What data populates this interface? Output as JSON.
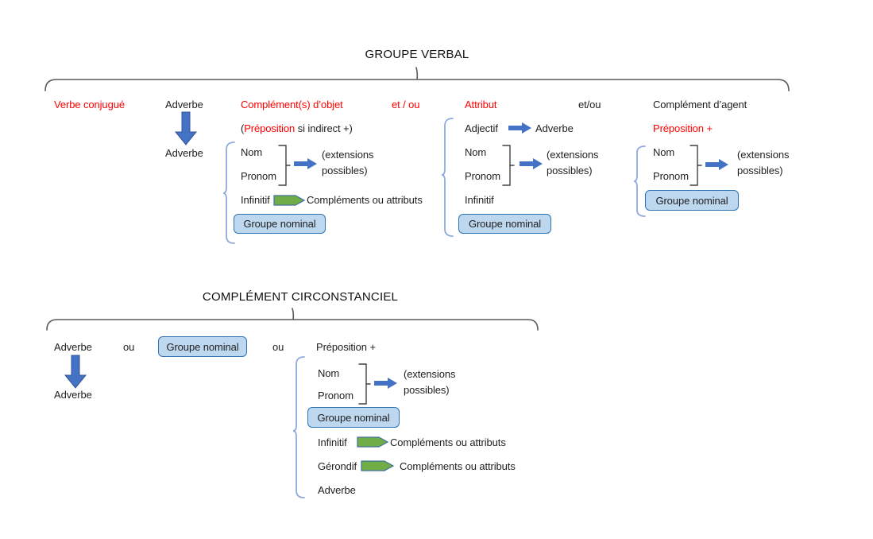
{
  "colors": {
    "red_text": "#FF0000",
    "arrow_blue": "#4472C4",
    "arrow_green": "#70AD47",
    "box_fill": "#BDD7EE",
    "box_border": "#2E75B6",
    "brace_blue": "#8FAADC",
    "bracket_gray": "#404040",
    "brace_gray": "#595959"
  },
  "gv": {
    "title": "GROUPE VERBAL",
    "row": {
      "verbe": "Verbe conjugué",
      "adverbe": "Adverbe",
      "comp_objet": "Complément(s) d’objet",
      "etou1": "et / ou",
      "attribut": "Attribut",
      "etou2": "et/ou",
      "comp_agent": "Complément d’agent"
    },
    "adverbe2": "Adverbe",
    "objet": {
      "prep_open": "(",
      "prep_red": "Préposition",
      "prep_rest": "si indirect +)",
      "nom": "Nom",
      "pronom": "Pronom",
      "extensions": "(extensions possibles)",
      "infinitif": "Infinitif",
      "inf_result": "Compléments ou attributs",
      "groupe_nominal": "Groupe nominal"
    },
    "attr": {
      "adjectif": "Adjectif",
      "adverbe": "Adverbe",
      "nom": "Nom",
      "pronom": "Pronom",
      "extensions": "(extensions possibles)",
      "infinitif": "Infinitif",
      "groupe_nominal": "Groupe nominal"
    },
    "agent": {
      "preposition": "Préposition +",
      "nom": "Nom",
      "pronom": "Pronom",
      "extensions": "(extensions possibles)",
      "groupe_nominal": "Groupe nominal"
    }
  },
  "cc": {
    "title": "COMPLÉMENT CIRCONSTANCIEL",
    "row": {
      "adverbe": "Adverbe",
      "ou1": "ou",
      "groupe_nominal": "Groupe nominal",
      "ou2": "ou",
      "preposition": "Préposition +"
    },
    "adverbe2": "Adverbe",
    "list": {
      "nom": "Nom",
      "pronom": "Pronom",
      "extensions": "(extensions possibles)",
      "groupe_nominal": "Groupe nominal",
      "infinitif": "Infinitif",
      "inf_result": "Compléments ou attributs",
      "gerondif": "Gérondif",
      "ger_result": "Compléments ou attributs",
      "adverbe": "Adverbe"
    }
  }
}
